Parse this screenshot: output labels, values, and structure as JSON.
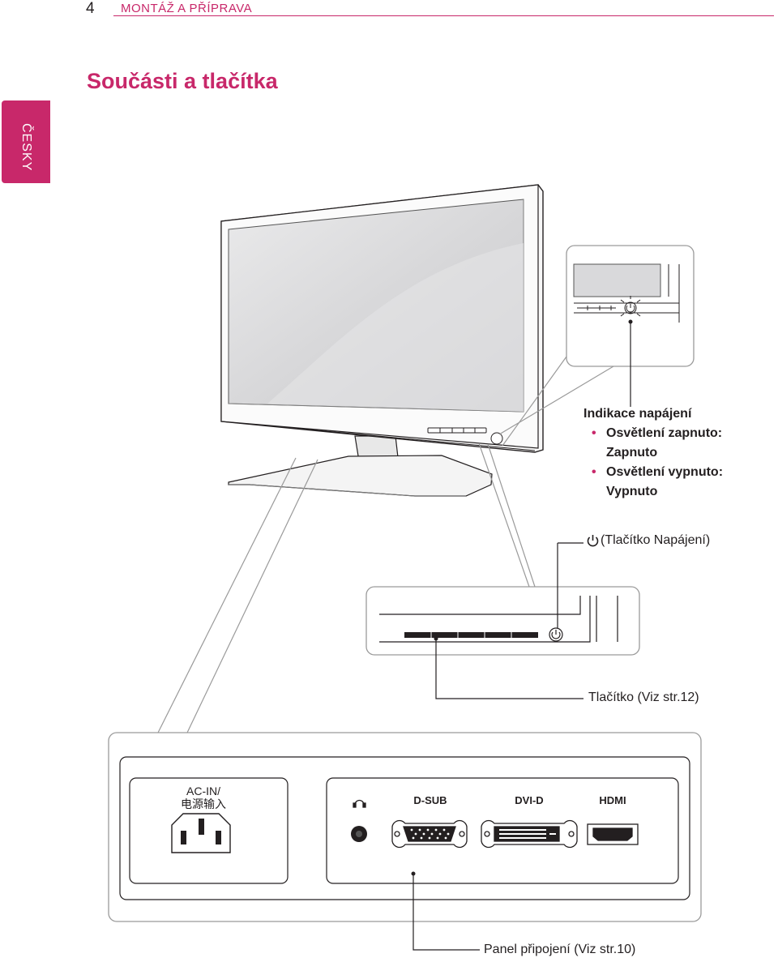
{
  "header": {
    "page_number": "4",
    "section": "MONTÁŽ A PŘÍPRAVA"
  },
  "language_tab": "ČESKY",
  "title": "Součásti a tlačítka",
  "power_indicator": {
    "heading": "Indikace napájení",
    "items": [
      {
        "line1": "Osvětlení zapnuto:",
        "line2": "Zapnuto"
      },
      {
        "line1": "Osvětlení vypnuto:",
        "line2": "Vypnuto"
      }
    ]
  },
  "power_button_label": "(Tlačítko Napájení)",
  "buttons_label": "Tlačítko (Viz str.12)",
  "panel_label": "Panel připojení (Viz str.10)",
  "ports": {
    "ac_in_line1": "AC-IN/",
    "ac_in_line2": "电源输入",
    "dsub": "D-SUB",
    "dvid": "DVI-D",
    "hdmi": "HDMI"
  },
  "colors": {
    "accent": "#c8286a",
    "line": "#231f20",
    "screen": "#d9d9db"
  }
}
